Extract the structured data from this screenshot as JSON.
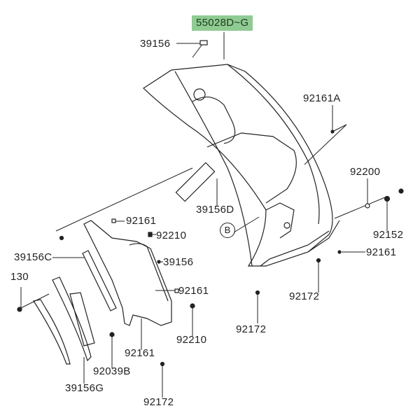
{
  "title_part": "55028D~G",
  "callout": "B",
  "labels": {
    "top_39156": "39156",
    "r_92161A": "92161A",
    "r_92200": "92200",
    "r_92152": "92152",
    "r_92161": "92161",
    "c_39156D": "39156D",
    "m_92161": "92161",
    "m_92210": "92210",
    "l_39156C": "39156C",
    "m_39156": "39156",
    "l_130": "130",
    "m2_92161": "92161",
    "r_92172": "92172",
    "c_92172": "92172",
    "m_92210b": "92210",
    "b_92161": "92161",
    "b_92039B": "92039B",
    "b_39156G": "39156G",
    "b_92172": "92172"
  }
}
